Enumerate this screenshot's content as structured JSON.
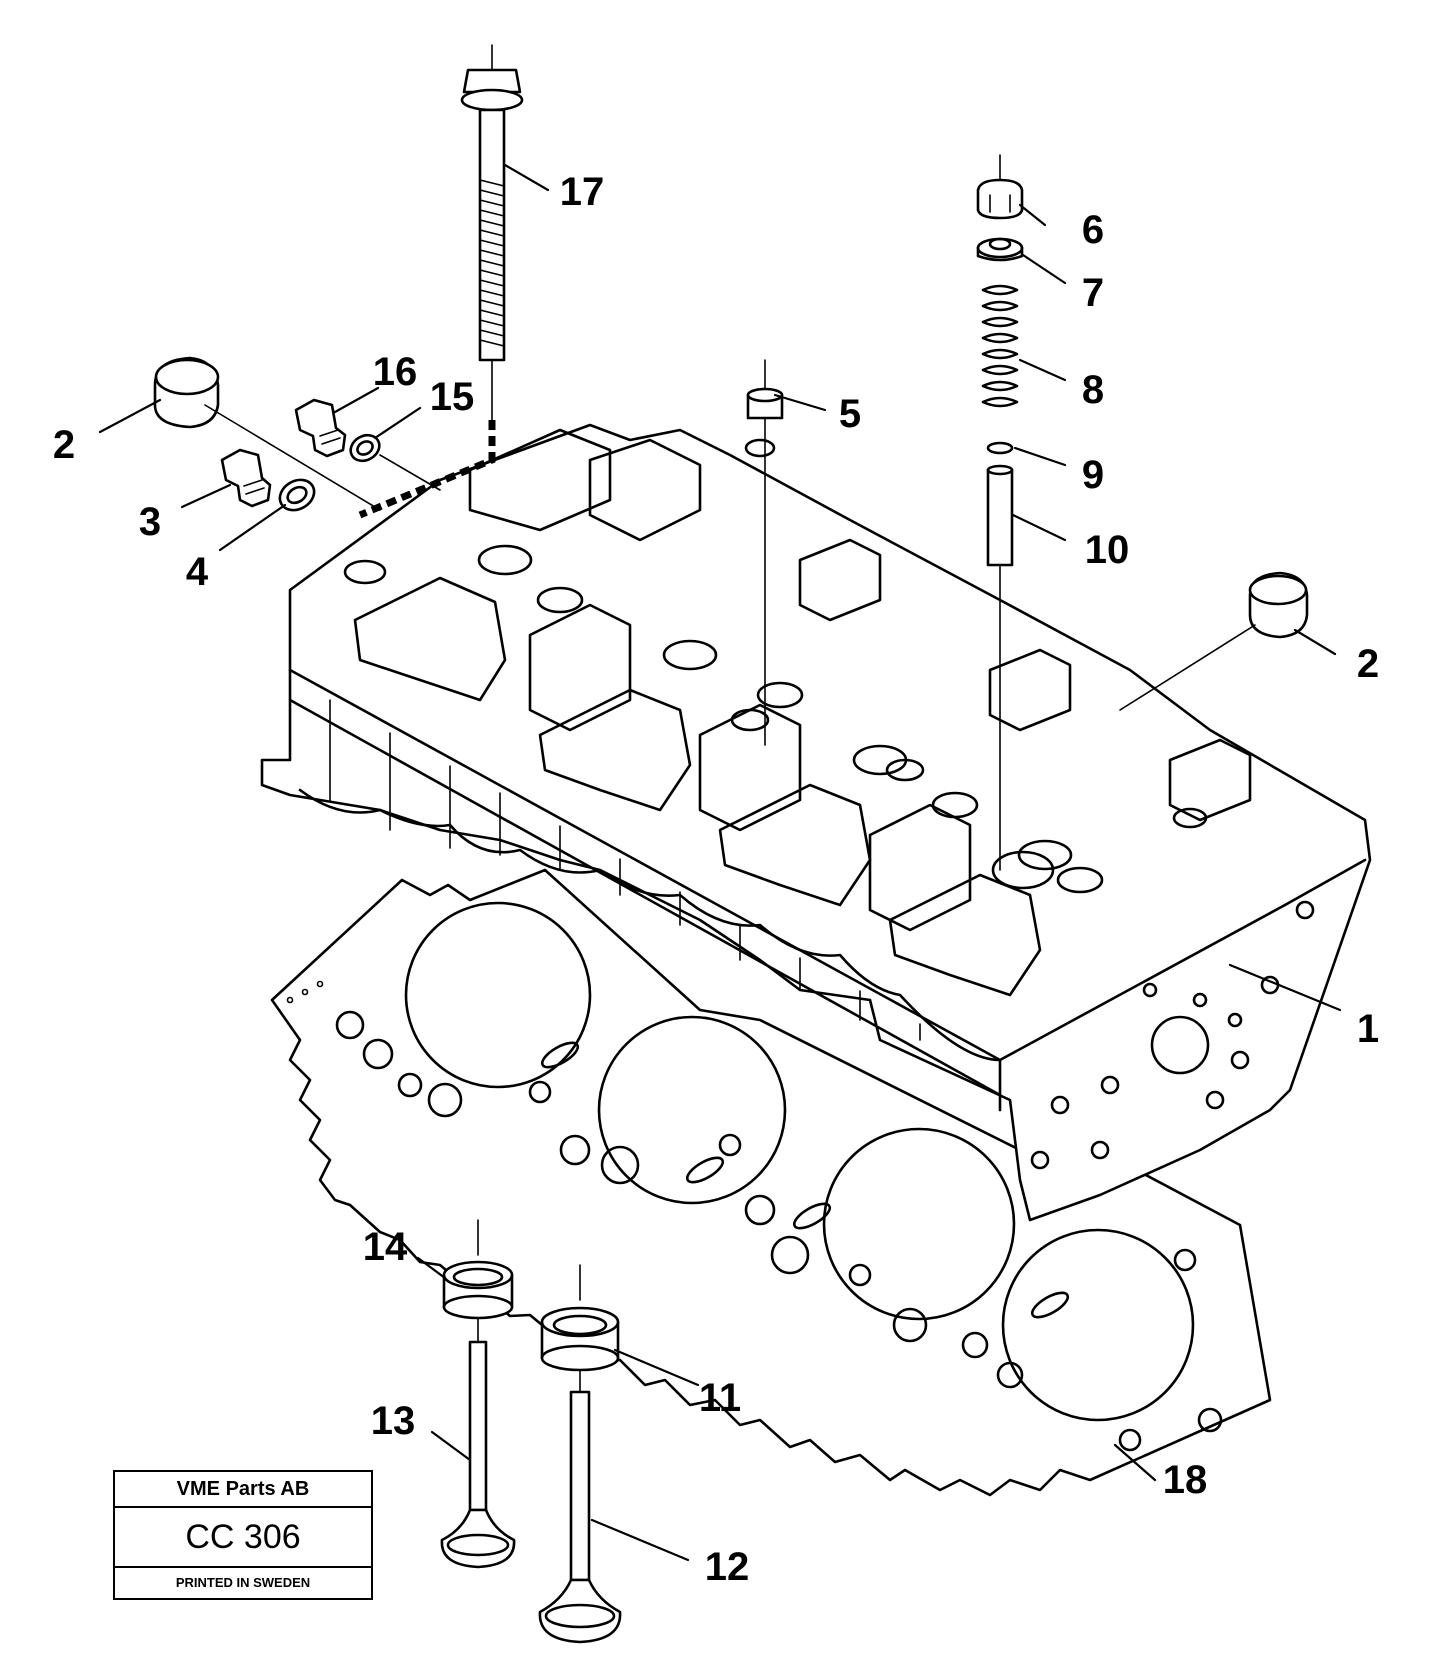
{
  "callouts": [
    {
      "id": "c1",
      "text": "1"
    },
    {
      "id": "c2a",
      "text": "2"
    },
    {
      "id": "c2b",
      "text": "2"
    },
    {
      "id": "c3",
      "text": "3"
    },
    {
      "id": "c4",
      "text": "4"
    },
    {
      "id": "c5",
      "text": "5"
    },
    {
      "id": "c6",
      "text": "6"
    },
    {
      "id": "c7",
      "text": "7"
    },
    {
      "id": "c8",
      "text": "8"
    },
    {
      "id": "c9",
      "text": "9"
    },
    {
      "id": "c10",
      "text": "10"
    },
    {
      "id": "c11",
      "text": "11"
    },
    {
      "id": "c12",
      "text": "12"
    },
    {
      "id": "c13",
      "text": "13"
    },
    {
      "id": "c14",
      "text": "14"
    },
    {
      "id": "c15",
      "text": "15"
    },
    {
      "id": "c16",
      "text": "16"
    },
    {
      "id": "c17",
      "text": "17"
    },
    {
      "id": "c18",
      "text": "18"
    }
  ],
  "title_block": {
    "company": "VME Parts AB",
    "code": "CC 306",
    "printed": "PRINTED IN SWEDEN"
  }
}
